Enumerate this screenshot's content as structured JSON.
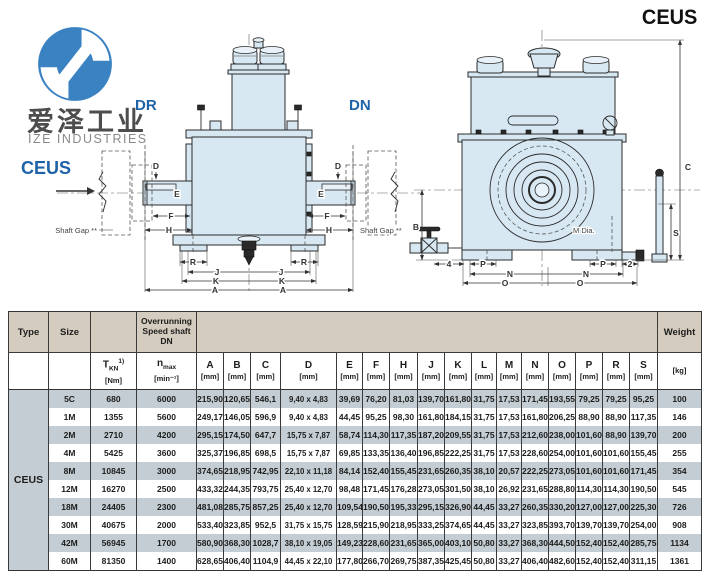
{
  "branding": {
    "company_cn": "爱泽工业",
    "company_en": "IZE INDUSTRIES"
  },
  "header": {
    "product_series": "CEUS"
  },
  "intro": {
    "series_label": "CEUS"
  },
  "drawing_side": {
    "label_dr": "DR",
    "label_dn": "DN",
    "shaft_gap": "Shaft Gap **",
    "dims": {
      "d": "D",
      "e": "E",
      "f": "F",
      "h": "H",
      "r": "R",
      "j": "J",
      "k": "K",
      "a": "A"
    }
  },
  "drawing_front": {
    "dims": {
      "b": "B",
      "c": "C",
      "s": "S",
      "m_dia": "M Dia.",
      "four": "4",
      "two": "2",
      "p": "P",
      "n": "N",
      "o": "O"
    }
  },
  "table": {
    "type_label": "Type",
    "size_label": "Size",
    "overrunning_label": "Overrunning Speed shaft DN",
    "weight_label": "Weight",
    "torque_symbol": "T",
    "torque_sub": "KN",
    "torque_sup": "1)",
    "torque_unit": "[Nm]",
    "speed_symbol": "n",
    "speed_sub": "max",
    "speed_unit": "[min⁻¹]",
    "dim_columns": [
      "A",
      "B",
      "C",
      "D",
      "E",
      "F",
      "H",
      "J",
      "K",
      "L",
      "M",
      "N",
      "O",
      "P",
      "R",
      "S"
    ],
    "mm_unit": "[mm]",
    "kg_unit": "[kg]",
    "type_value": "CEUS",
    "rows": [
      {
        "size": "5C",
        "cells": [
          "680",
          "6000",
          "215,90",
          "120,65",
          "546,1",
          "9,40 x 4,83",
          "39,69",
          "76,20",
          "81,03",
          "139,70",
          "161,80",
          "31,75",
          "17,53",
          "171,45",
          "193,55",
          "79,25",
          "79,25",
          "95,25",
          "100"
        ]
      },
      {
        "size": "1M",
        "cells": [
          "1355",
          "5600",
          "249,17",
          "146,05",
          "596,9",
          "9,40 x 4,83",
          "44,45",
          "95,25",
          "98,30",
          "161,80",
          "184,15",
          "31,75",
          "17,53",
          "161,80",
          "206,25",
          "88,90",
          "88,90",
          "117,35",
          "146"
        ]
      },
      {
        "size": "2M",
        "cells": [
          "2710",
          "4200",
          "295,15",
          "174,50",
          "647,7",
          "15,75 x 7,87",
          "58,74",
          "114,30",
          "117,35",
          "187,20",
          "209,55",
          "31,75",
          "17,53",
          "212,60",
          "238,00",
          "101,60",
          "88,90",
          "139,70",
          "200"
        ]
      },
      {
        "size": "4M",
        "cells": [
          "5425",
          "3600",
          "325,37",
          "196,85",
          "698,5",
          "15,75 x 7,87",
          "69,85",
          "133,35",
          "136,40",
          "196,85",
          "222,25",
          "31,75",
          "17,53",
          "228,60",
          "254,00",
          "101,60",
          "101,60",
          "155,45",
          "255"
        ]
      },
      {
        "size": "8M",
        "cells": [
          "10845",
          "3000",
          "374,65",
          "218,95",
          "742,95",
          "22,10 x 11,18",
          "84,14",
          "152,40",
          "155,45",
          "231,65",
          "260,35",
          "38,10",
          "20,57",
          "222,25",
          "273,05",
          "101,60",
          "101,60",
          "171,45",
          "354"
        ]
      },
      {
        "size": "12M",
        "cells": [
          "16270",
          "2500",
          "433,32",
          "244,35",
          "793,75",
          "25,40 x 12,70",
          "98,48",
          "171,45",
          "176,28",
          "273,05",
          "301,50",
          "38,10",
          "26,92",
          "231,65",
          "288,80",
          "114,30",
          "114,30",
          "190,50",
          "545"
        ]
      },
      {
        "size": "18M",
        "cells": [
          "24405",
          "2300",
          "481,08",
          "285,75",
          "857,25",
          "25,40 x 12,70",
          "109,54",
          "190,50",
          "195,33",
          "295,15",
          "326,90",
          "44,45",
          "33,27",
          "260,35",
          "330,20",
          "127,00",
          "127,00",
          "225,30",
          "726"
        ]
      },
      {
        "size": "30M",
        "cells": [
          "40675",
          "2000",
          "533,40",
          "323,85",
          "952,5",
          "31,75 x 15,75",
          "128,59",
          "215,90",
          "218,95",
          "333,25",
          "374,65",
          "44,45",
          "33,27",
          "323,85",
          "393,70",
          "139,70",
          "139,70",
          "254,00",
          "908"
        ]
      },
      {
        "size": "42M",
        "cells": [
          "56945",
          "1700",
          "580,90",
          "368,30",
          "1028,7",
          "38,10 x 19,05",
          "149,23",
          "228,60",
          "231,65",
          "365,00",
          "403,10",
          "50,80",
          "33,27",
          "368,30",
          "444,50",
          "152,40",
          "152,40",
          "285,75",
          "1134"
        ]
      },
      {
        "size": "60M",
        "cells": [
          "81350",
          "1400",
          "628,65",
          "406,40",
          "1104,9",
          "44,45 x 22,10",
          "177,80",
          "266,70",
          "269,75",
          "387,35",
          "425,45",
          "50,80",
          "33,27",
          "406,40",
          "482,60",
          "152,40",
          "152,40",
          "311,15",
          "1361"
        ]
      }
    ]
  }
}
